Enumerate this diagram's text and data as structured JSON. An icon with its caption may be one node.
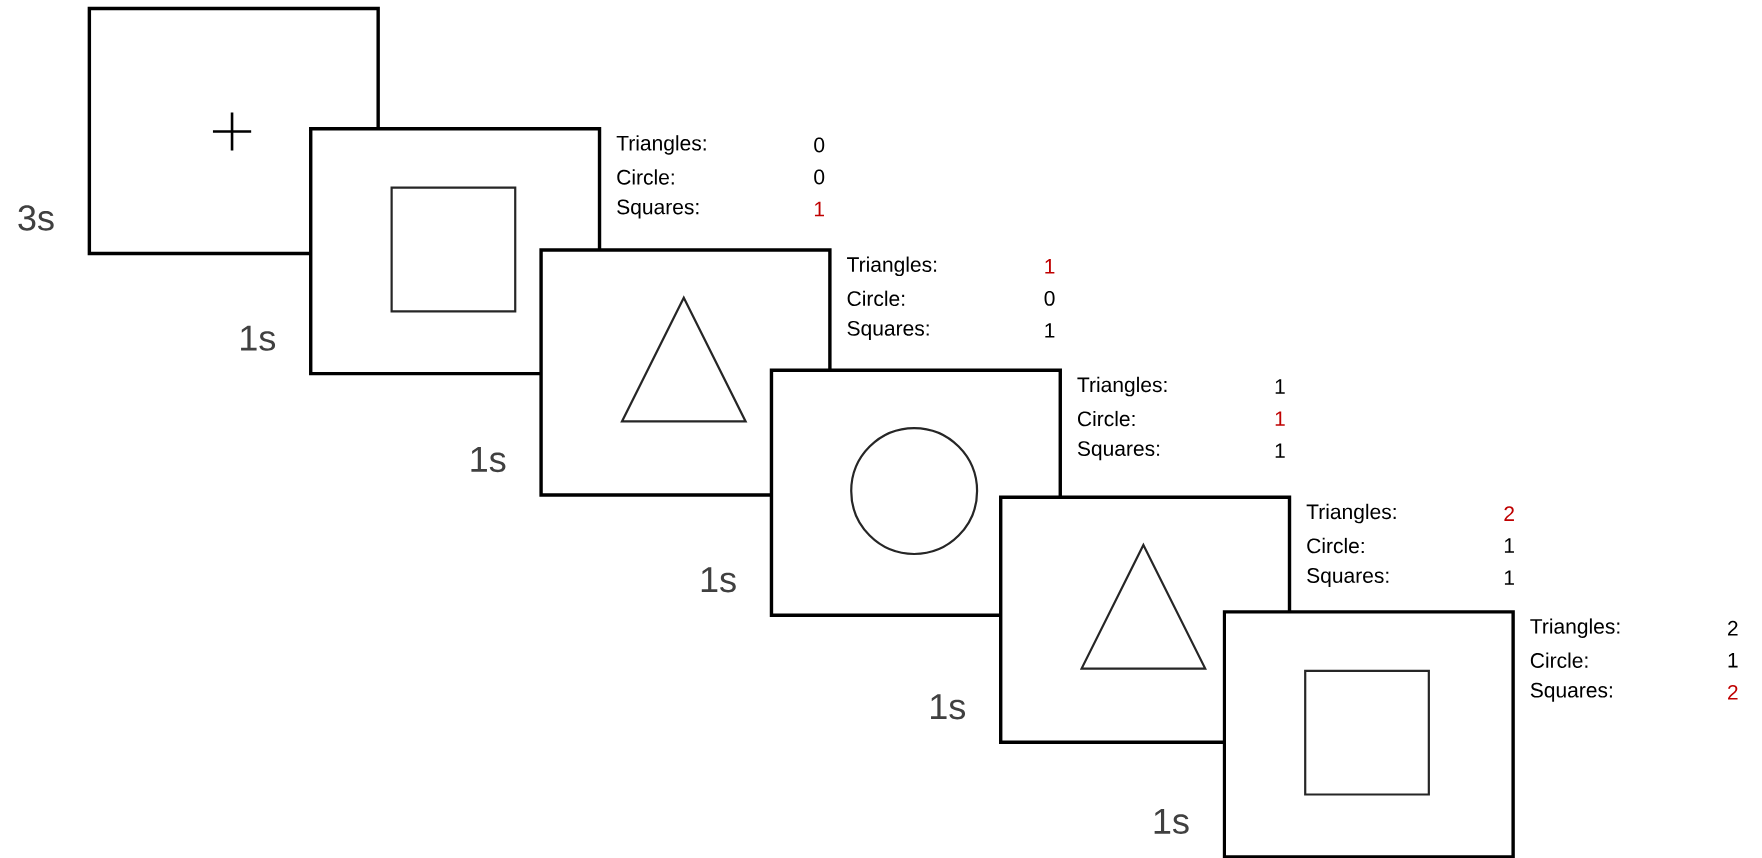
{
  "diagram": {
    "nodes": [
      {
        "text": [],
        "shape": "box",
        "beside": [
          "3s"
        ]
      },
      {
        "text": [],
        "shape": "box",
        "beside": [
          "1s"
        ]
      },
      {
        "text": [],
        "shape": "box",
        "beside": [
          "1s"
        ]
      },
      {
        "text": [],
        "shape": "box",
        "beside": [
          "1s"
        ]
      },
      {
        "text": [],
        "shape": "box",
        "beside": [
          "1s"
        ]
      },
      {
        "text": [],
        "shape": "box",
        "beside": [
          "1s"
        ]
      }
    ],
    "labels": [
      "Triangles:",
      "0",
      "Circle:",
      "0",
      "Squares:",
      "1",
      "Triangles:",
      "1",
      "Circle:",
      "0",
      "Squares:",
      "1",
      "Triangles:",
      "1",
      "Circle:",
      "1",
      "Squares:",
      "1",
      "Triangles:",
      "2",
      "Circle:",
      "1",
      "Squares:",
      "1",
      "Triangles:",
      "2",
      "Circle:",
      "1",
      "Squares:",
      "2"
    ]
  }
}
